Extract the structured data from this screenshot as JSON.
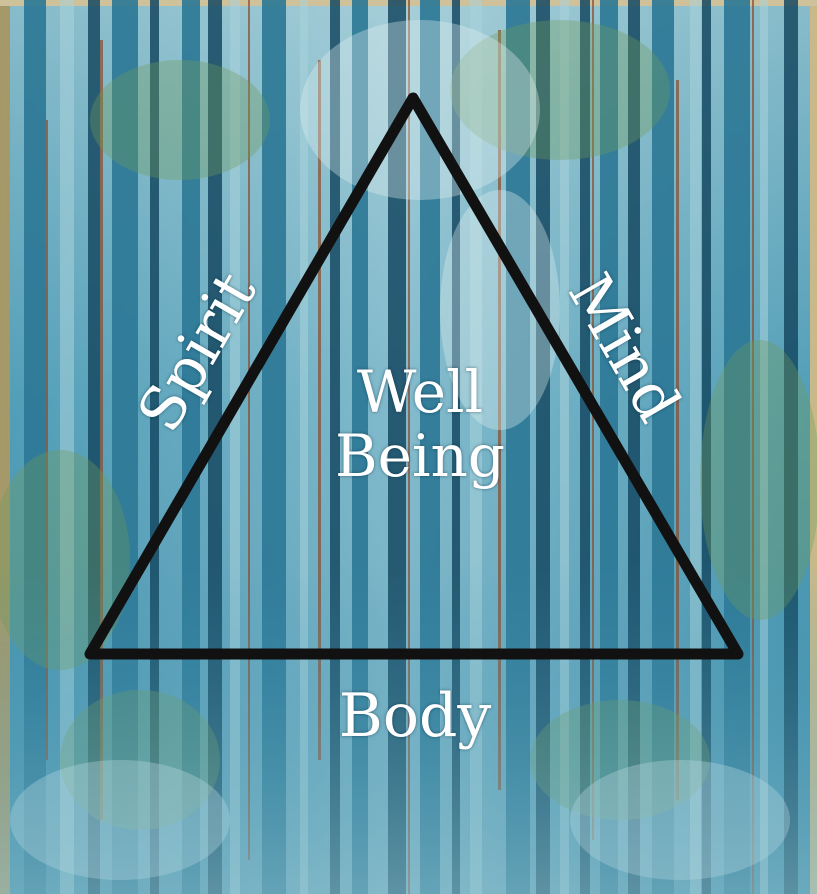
{
  "diagram": {
    "shape": "triangle",
    "colors": {
      "background_deep": "#1f5f7a",
      "background_mid": "#2e86a6",
      "background_light": "#9cc9d4",
      "trunk_dark": "#164a63",
      "trunk_rust": "#8a4a2a",
      "foliage_green": "#6f9a5a",
      "frame_left": "#a5996a",
      "triangle_stroke": "#111111",
      "text": "#ffffff"
    },
    "labels": {
      "left_side": "Spirit",
      "right_side": "Mind",
      "bottom_side": "Body",
      "center_line1": "Well",
      "center_line2": "Being"
    }
  }
}
